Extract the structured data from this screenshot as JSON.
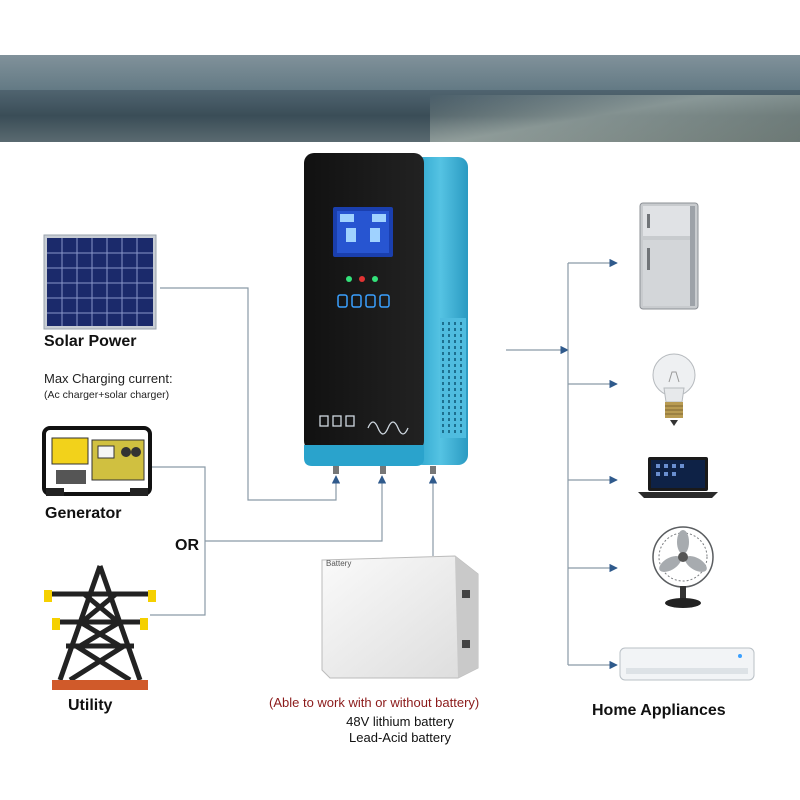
{
  "sources": {
    "solar_label": "Solar Power",
    "charging_title": "Max Charging current:",
    "charging_note": "(Ac charger+solar charger)",
    "generator_label": "Generator",
    "or_label": "OR",
    "utility_label": "Utility"
  },
  "battery": {
    "note": "(Able to work with or without battery)",
    "line1": "48V  lithium battery",
    "line2": "Lead-Acid battery",
    "tag": "Battery"
  },
  "appliances": {
    "label": "Home Appliances",
    "items": [
      "refrigerator-icon",
      "light-bulb-icon",
      "laptop-icon",
      "fan-icon",
      "air-conditioner-icon"
    ]
  },
  "colors": {
    "line": "#8a9aa6",
    "arrow": "#2f5a8c",
    "inverter_blue": "#3fb2d6",
    "note_red": "#8b1a1a"
  }
}
